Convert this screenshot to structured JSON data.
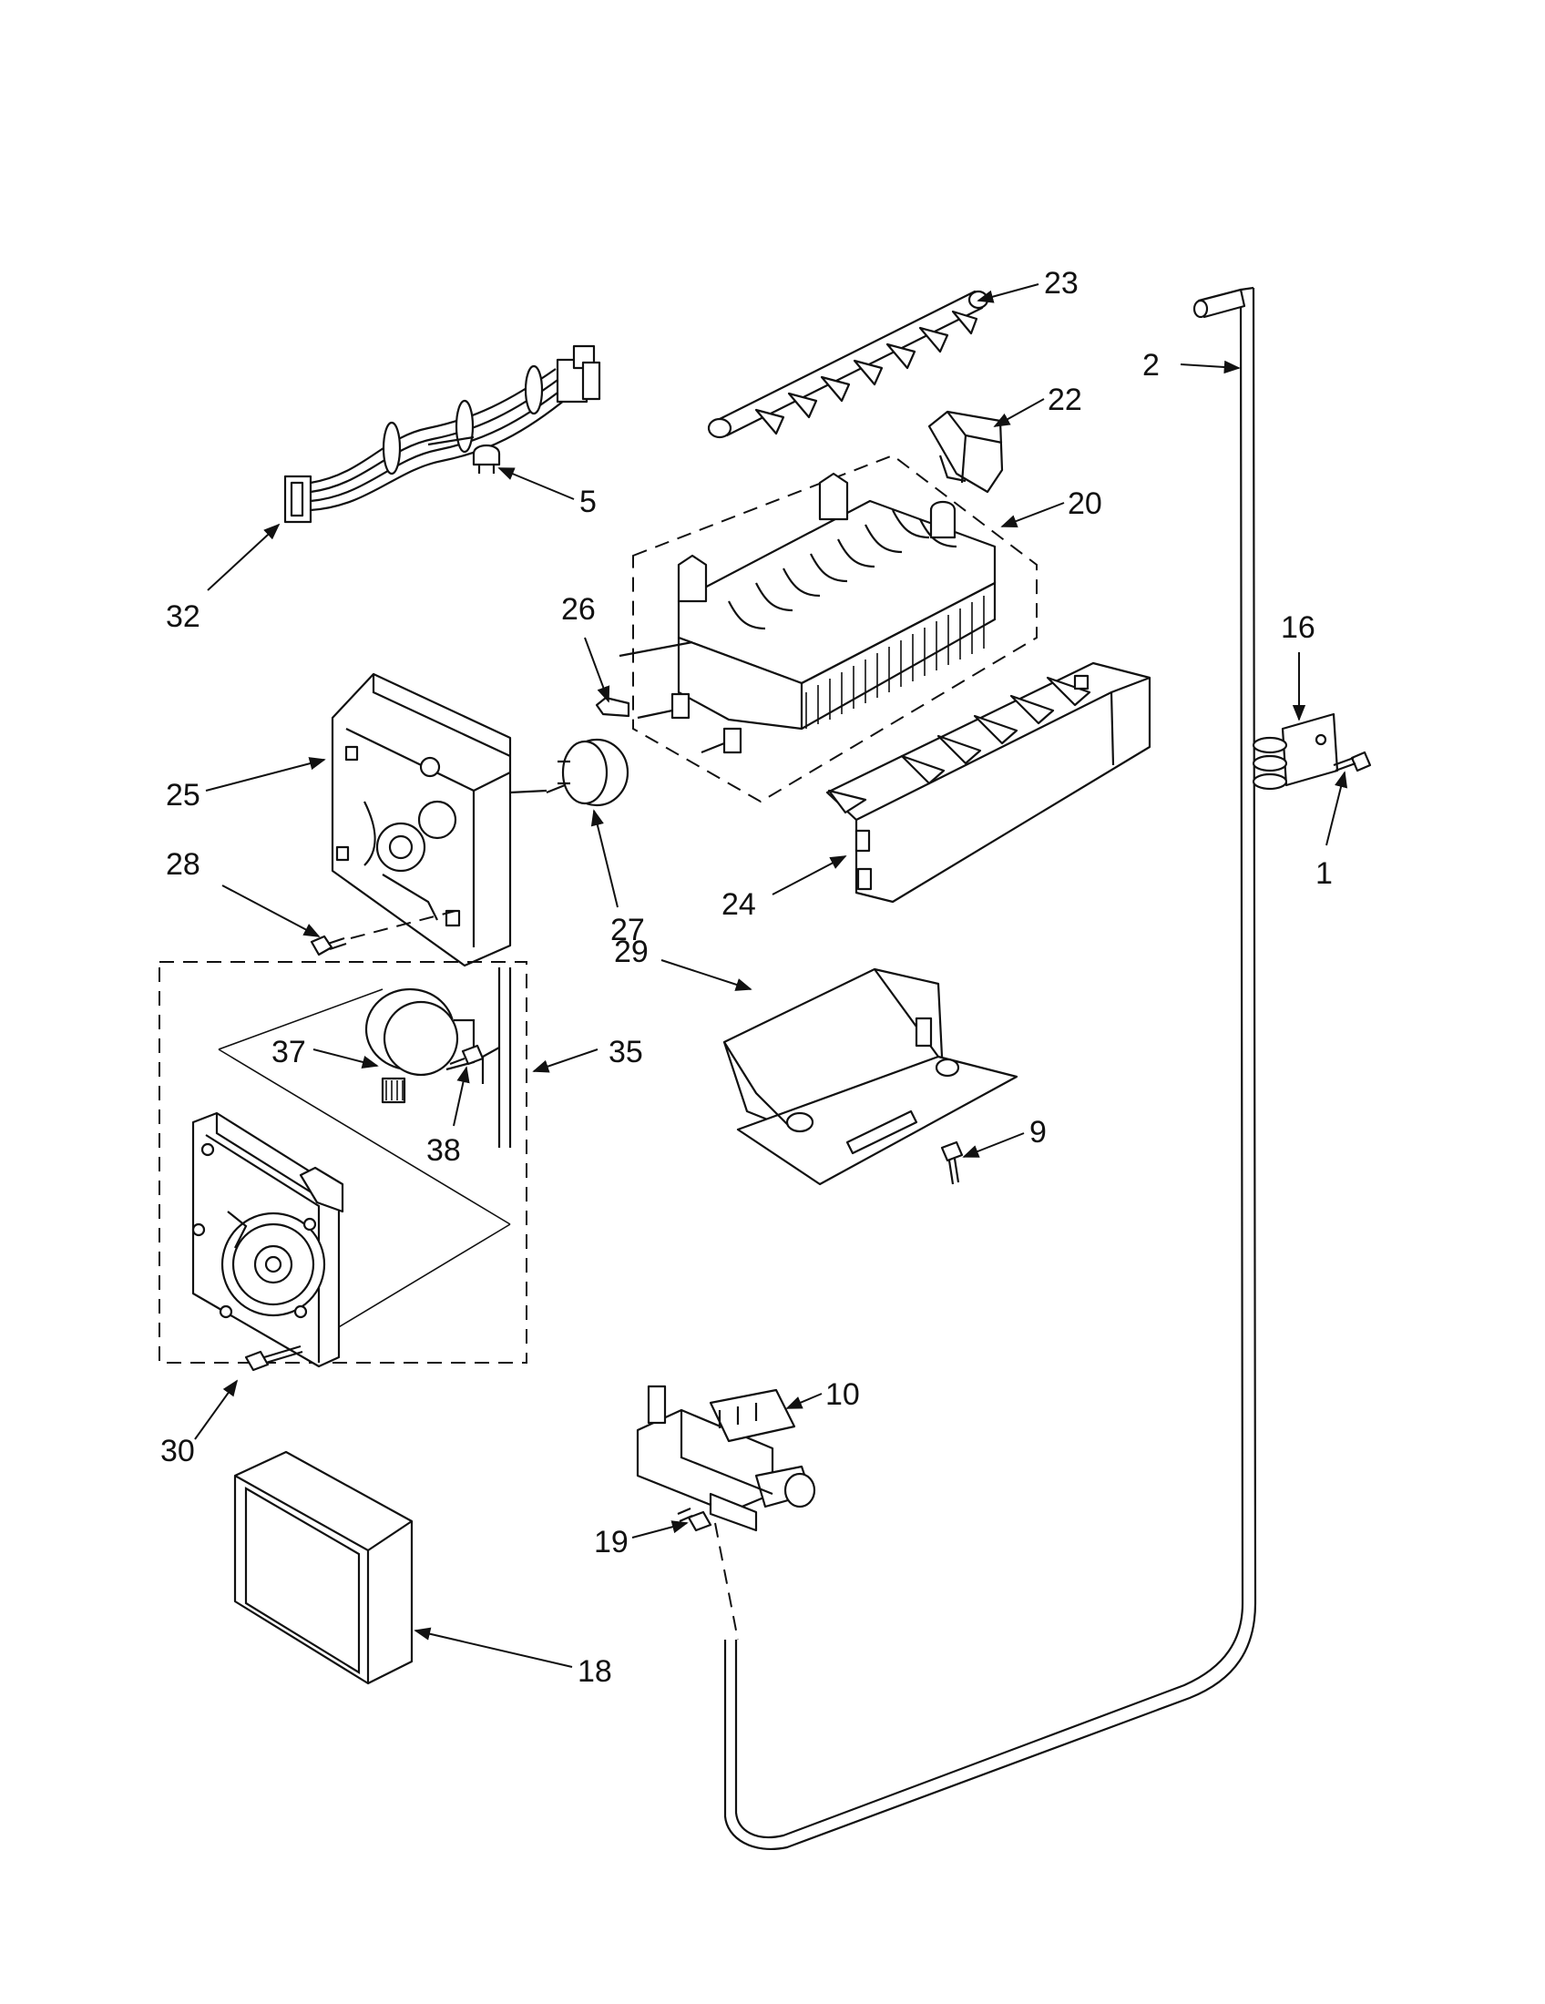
{
  "labels": {
    "l1": "1",
    "l2": "2",
    "l5": "5",
    "l9": "9",
    "l10": "10",
    "l16": "16",
    "l18": "18",
    "l19": "19",
    "l20": "20",
    "l22": "22",
    "l23": "23",
    "l24": "24",
    "l25": "25",
    "l26": "26",
    "l27": "27",
    "l28": "28",
    "l29": "29",
    "l30": "30",
    "l32": "32",
    "l35": "35",
    "l37": "37",
    "l38": "38"
  },
  "colors": {
    "ink": "#111111",
    "paper": "#ffffff"
  }
}
